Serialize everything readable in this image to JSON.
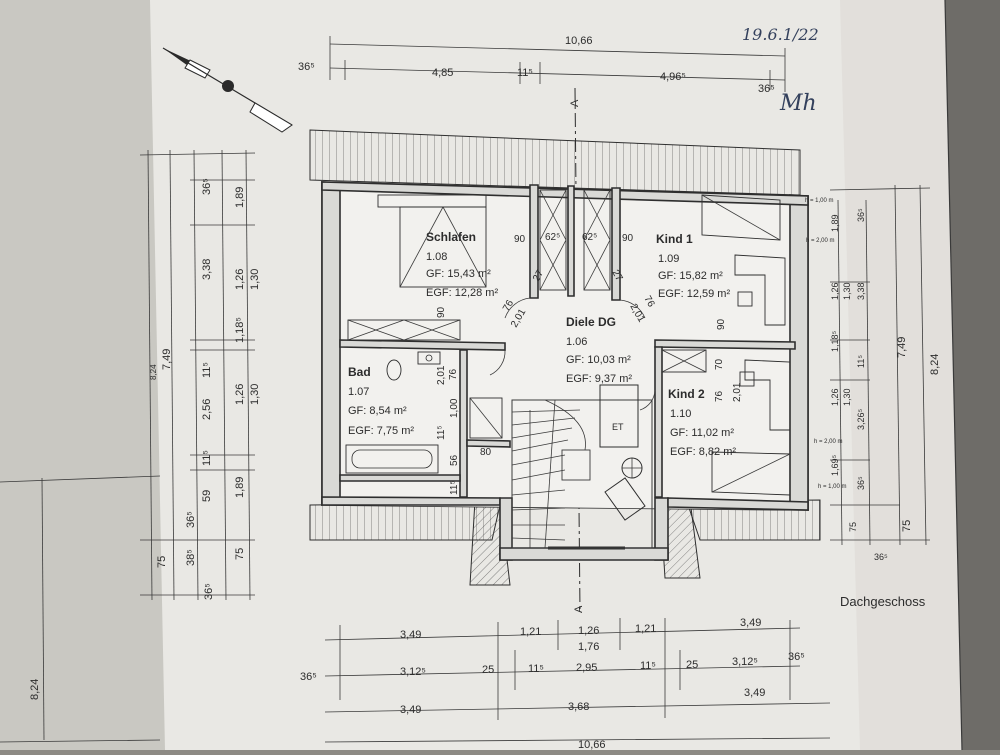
{
  "handwritten_note": "19.6.1/22",
  "signature": "Mh",
  "floor_title": "Dachgeschoss",
  "section_marks": [
    "A",
    "A"
  ],
  "rooms": [
    {
      "name": "Schlafen",
      "number": "1.08",
      "gf": "GF:  15,43 m²",
      "egf": "EGF: 12,28 m²"
    },
    {
      "name": "Kind 1",
      "number": "1.09",
      "gf": "GF:  15,82 m²",
      "egf": "EGF: 12,59 m²"
    },
    {
      "name": "Diele DG",
      "number": "1.06",
      "gf": "GF: 10,03 m²",
      "egf": "EGF: 9,37 m²"
    },
    {
      "name": "Bad",
      "number": "1.07",
      "gf": "GF:  8,54 m²",
      "egf": "EGF: 7,75 m²"
    },
    {
      "name": "Kind 2",
      "number": "1.10",
      "gf": "GF: 11,02 m²",
      "egf": "EGF: 8,82 m²"
    }
  ],
  "fixtures": {
    "et": "ET"
  },
  "height_marks": [
    "h = 1,00 m",
    "h = 2,00 m",
    "h = 2,00 m",
    "h = 1,00 m"
  ],
  "dims_top": {
    "overall": "10,66",
    "left_offset": "36⁵",
    "left": "4,85",
    "mid": "11⁵",
    "right": "4,96⁵",
    "right_offset": "36⁵"
  },
  "dims_bottom": {
    "row1": [
      "3,49",
      "1,21",
      "1,26",
      "1,21",
      "3,49"
    ],
    "row1_sub": "1,76",
    "row2": [
      "36⁵",
      "3,12⁵",
      "25",
      "11⁵",
      "2,95",
      "11⁵",
      "25",
      "3,12⁵",
      "36⁵"
    ],
    "row3": [
      "3,49",
      "3,68",
      "3,49"
    ],
    "overall": "10,66"
  },
  "dims_left": {
    "outer_a": "8,24",
    "outer_b": "8,24",
    "overall": "7,49",
    "col_a": [
      "36⁵",
      "3,38",
      "11⁵",
      "2,56",
      "11⁵",
      "59",
      "36⁵",
      "38⁵",
      "36⁵"
    ],
    "col_b": [
      "1,89",
      "1,26",
      "1,30",
      "1,18⁵",
      "1,26",
      "1,30",
      "1,89",
      "75",
      "75"
    ]
  },
  "dims_right": {
    "overall": "8,24",
    "mid": "7,49",
    "col_a": [
      "1,89",
      "1,26",
      "1,30",
      "1,18⁵",
      "1,26",
      "1,30",
      "1,69⁵",
      "75"
    ],
    "col_b": [
      "36⁵",
      "3,38",
      "11⁵",
      "3,26⁵",
      "36⁵",
      "36⁵"
    ],
    "col_c": [
      "75"
    ]
  },
  "inner_dims": [
    "90",
    "62⁵",
    "62⁵",
    "90",
    "27",
    "27",
    "76",
    "2,01",
    "76",
    "2,01",
    "90",
    "90",
    "76",
    "2,01",
    "1,00",
    "11⁵",
    "56",
    "80",
    "11⁵",
    "70",
    "76",
    "2,01"
  ]
}
